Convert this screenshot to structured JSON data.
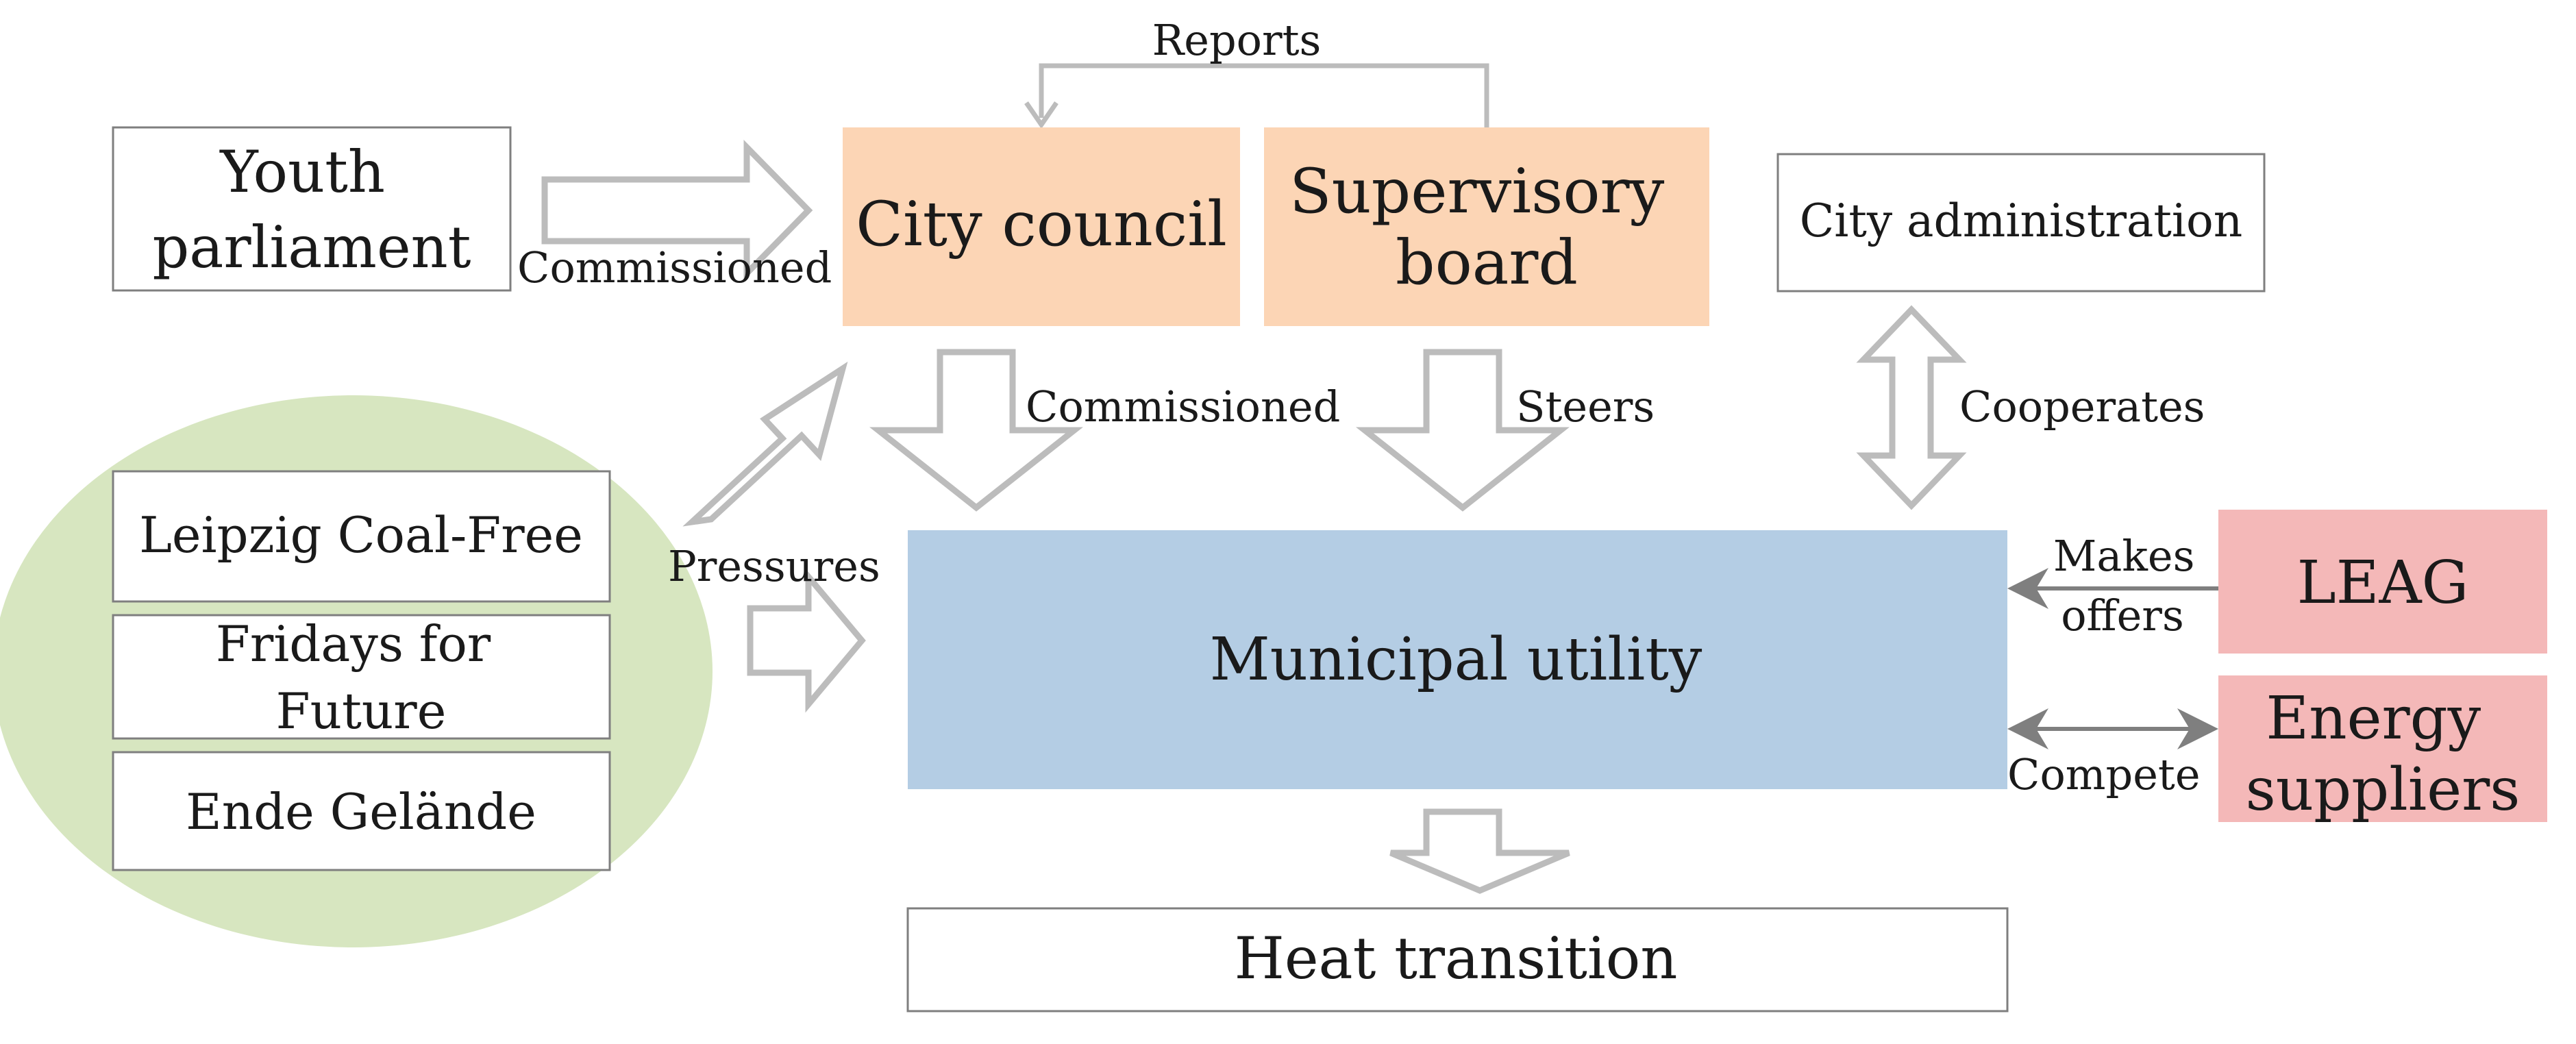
{
  "colors": {
    "council_fill": "#fcd5b5",
    "utility_fill": "#b4cde4",
    "competitor_fill": "#f4b8b8",
    "activists_fill": "#d7e6c0",
    "box_border": "#7f7f7f",
    "hollow_arrow_stroke": "#bcbcbc",
    "thin_arrow": "#7f7f7f"
  },
  "nodes": {
    "youth_parliament": {
      "label_line1": "Youth",
      "label_line2": "parliament"
    },
    "city_council": {
      "label": "City council"
    },
    "supervisory_board": {
      "label_line1": "Supervisory",
      "label_line2": "board"
    },
    "city_administration": {
      "label": "City administration"
    },
    "leipzig_coal_free": {
      "label": "Leipzig Coal-Free"
    },
    "fridays_for_future": {
      "label_line1": "Fridays for",
      "label_line2": "Future"
    },
    "ende_gelaende": {
      "label": "Ende Gelände"
    },
    "municipal_utility": {
      "label": "Municipal utility"
    },
    "leag": {
      "label": "LEAG"
    },
    "energy_suppliers": {
      "label_line1": "Energy",
      "label_line2": "suppliers"
    },
    "heat_transition": {
      "label": "Heat transition"
    }
  },
  "edges": {
    "reports": {
      "label": "Reports",
      "icon": "thin-arrow"
    },
    "youth_commissioned": {
      "label": "Commissioned",
      "icon": "hollow-arrow"
    },
    "council_commissioned": {
      "label": "Commissioned",
      "icon": "hollow-arrow"
    },
    "steers": {
      "label": "Steers",
      "icon": "hollow-arrow"
    },
    "cooperates": {
      "label": "Cooperates",
      "icon": "hollow-double-arrow"
    },
    "pressures": {
      "label": "Pressures",
      "icon": "hollow-arrow"
    },
    "makes_offers": {
      "label_line1": "Makes",
      "label_line2": "offers",
      "icon": "thin-arrow"
    },
    "compete": {
      "label": "Compete",
      "icon": "thin-double-arrow"
    },
    "to_heat_transition": {
      "icon": "hollow-arrow"
    }
  }
}
